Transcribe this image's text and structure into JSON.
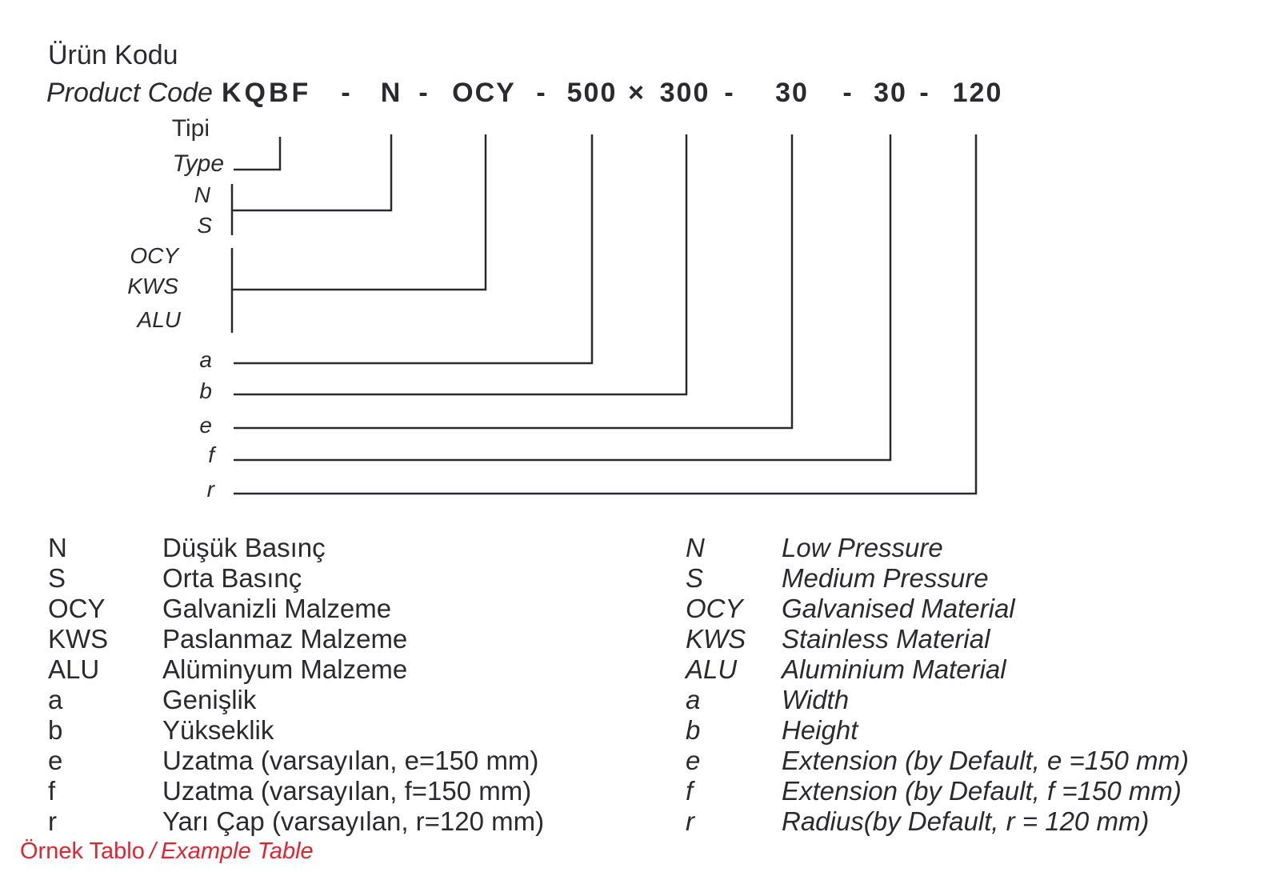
{
  "colors": {
    "ink": "#2b2a2e",
    "accent_red": "#e5232e",
    "background": "#ffffff"
  },
  "header": {
    "title_tr": "Ürün Kodu",
    "title_en": "Product Code"
  },
  "code": {
    "model": "KQBF",
    "sep": "-",
    "type": "N",
    "material": "OCY",
    "a": "500",
    "times": "×",
    "b": "300",
    "e": "30",
    "f": "30",
    "r": "120"
  },
  "diagram": {
    "type_label_tr": "Tipi",
    "type_label_en": "Type",
    "type_options": [
      "N",
      "S"
    ],
    "material_options": [
      "OCY",
      "KWS",
      "ALU"
    ],
    "dim_options": [
      "a",
      "b",
      "e",
      "f",
      "r"
    ]
  },
  "legend": {
    "tr": [
      {
        "key": "N",
        "desc": "Düşük Basınç"
      },
      {
        "key": "S",
        "desc": "Orta Basınç"
      },
      {
        "key": "OCY",
        "desc": "Galvanizli Malzeme"
      },
      {
        "key": "KWS",
        "desc": "Paslanmaz Malzeme"
      },
      {
        "key": "ALU",
        "desc": "Alüminyum Malzeme"
      },
      {
        "key": "a",
        "desc": "Genişlik"
      },
      {
        "key": "b",
        "desc": "Yükseklik"
      },
      {
        "key": "e",
        "desc": "Uzatma (varsayılan, e=150 mm)"
      },
      {
        "key": "f",
        "desc": "Uzatma (varsayılan, f=150 mm)"
      },
      {
        "key": "r",
        "desc": "Yarı Çap (varsayılan, r=120 mm)"
      }
    ],
    "en": [
      {
        "key": "N",
        "desc": "Low Pressure"
      },
      {
        "key": "S",
        "desc": "Medium Pressure"
      },
      {
        "key": "OCY",
        "desc": "Galvanised Material"
      },
      {
        "key": "KWS",
        "desc": "Stainless Material"
      },
      {
        "key": "ALU",
        "desc": "Aluminium Material"
      },
      {
        "key": "a",
        "desc": "Width"
      },
      {
        "key": "b",
        "desc": "Height"
      },
      {
        "key": "e",
        "desc": "Extension (by Default, e =150 mm)"
      },
      {
        "key": "f",
        "desc": "Extension (by Default, f =150 mm)"
      },
      {
        "key": "r",
        "desc": "Radius(by Default, r = 120 mm)"
      }
    ]
  },
  "footer": {
    "label_tr": "Örnek Tablo",
    "divider": "/",
    "label_en": "Example Table"
  }
}
